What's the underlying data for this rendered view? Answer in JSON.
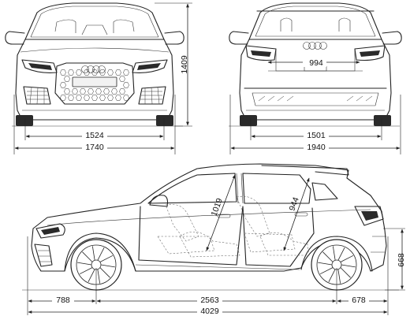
{
  "dimensions": {
    "front_track": "1524",
    "width": "1740",
    "height": "1409",
    "rear_track": "1501",
    "width_with_mirrors": "1940",
    "tailgate_opening_width": "994",
    "front_headroom": "1019",
    "rear_headroom": "944",
    "front_overhang": "788",
    "wheelbase": "2563",
    "rear_overhang": "678",
    "length": "4029",
    "loading_sill_height": "668"
  },
  "colors": {
    "line": "#222222",
    "background": "#ffffff"
  }
}
